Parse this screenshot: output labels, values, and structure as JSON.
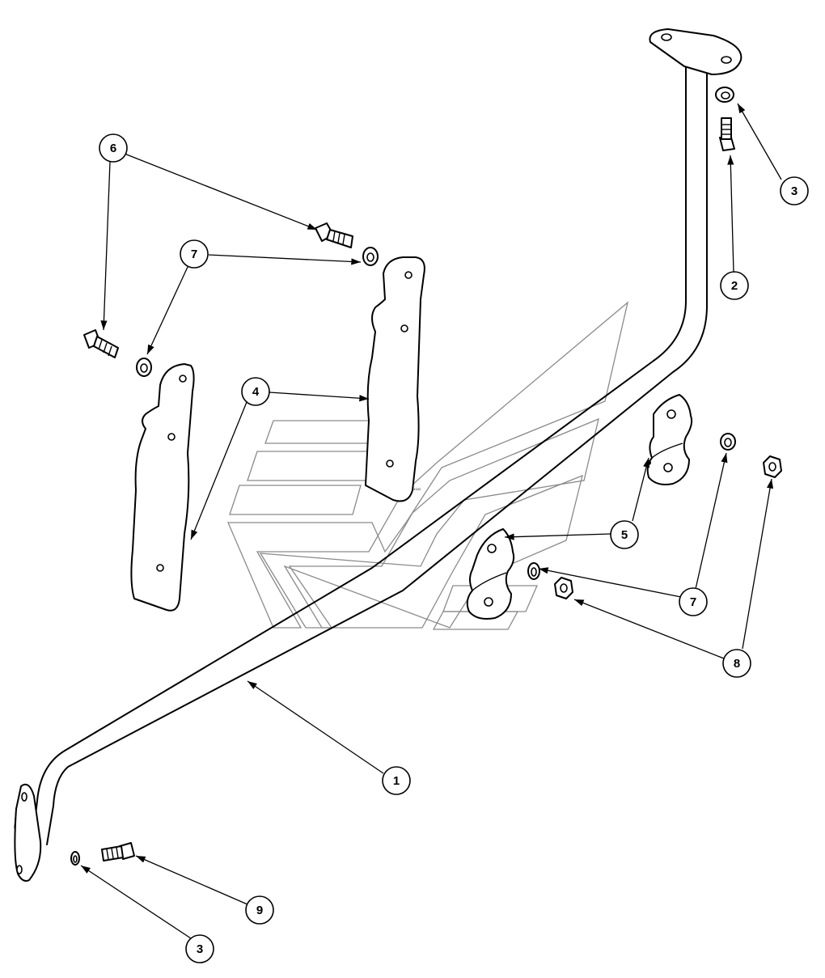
{
  "diagram": {
    "watermark": "stylized logo",
    "parts": [
      {
        "number": "1",
        "description": "bent support rod"
      },
      {
        "number": "2",
        "description": "bolt"
      },
      {
        "number": "3",
        "description": "lock washer"
      },
      {
        "number": "4",
        "description": "mounting strap"
      },
      {
        "number": "5",
        "description": "clamp bracket"
      },
      {
        "number": "6",
        "description": "bolt"
      },
      {
        "number": "7",
        "description": "flat washer"
      },
      {
        "number": "8",
        "description": "nut"
      },
      {
        "number": "9",
        "description": "bolt"
      }
    ],
    "callouts": [
      {
        "label": "1"
      },
      {
        "label": "2"
      },
      {
        "label": "3"
      },
      {
        "label": "3"
      },
      {
        "label": "4"
      },
      {
        "label": "5"
      },
      {
        "label": "6"
      },
      {
        "label": "7"
      },
      {
        "label": "7"
      },
      {
        "label": "8"
      },
      {
        "label": "9"
      }
    ]
  }
}
